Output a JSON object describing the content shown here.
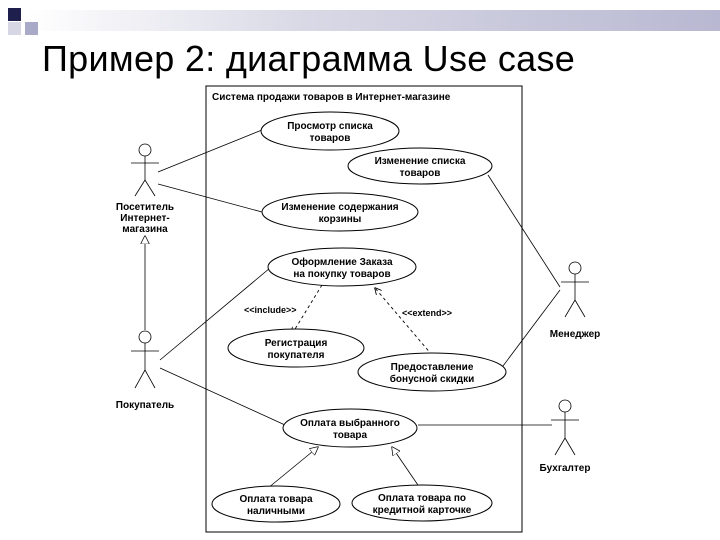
{
  "slide": {
    "title": "Пример 2: диаграмма Use case"
  },
  "system": {
    "name": "Система продажи товаров в Интернет-магазине"
  },
  "actors": {
    "visitor": [
      "Посетитель",
      "Интернет-",
      "магазина"
    ],
    "buyer": [
      "Покупатель"
    ],
    "manager": [
      "Менеджер"
    ],
    "accountant": [
      "Бухгалтер"
    ]
  },
  "use_cases": {
    "view_list": [
      "Просмотр списка",
      "товаров"
    ],
    "change_list": [
      "Изменение списка",
      "товаров"
    ],
    "change_cart": [
      "Изменение содержания",
      "корзины"
    ],
    "place_order": [
      "Оформление Заказа",
      "на покупку товаров"
    ],
    "registration": [
      "Регистрация",
      "покупателя"
    ],
    "bonus": [
      "Предоставление",
      "бонусной скидки"
    ],
    "payment": [
      "Оплата выбранного",
      "товара"
    ],
    "pay_cash": [
      "Оплата товара",
      "наличными"
    ],
    "pay_card": [
      "Оплата товара по",
      "кредитной карточке"
    ]
  },
  "relations": {
    "include": "<<include>>",
    "extend": "<<extend>>"
  },
  "colors": {
    "accent_dark": "#1f1f4d",
    "accent_light": "#a9a9c8",
    "line": "#000000"
  }
}
